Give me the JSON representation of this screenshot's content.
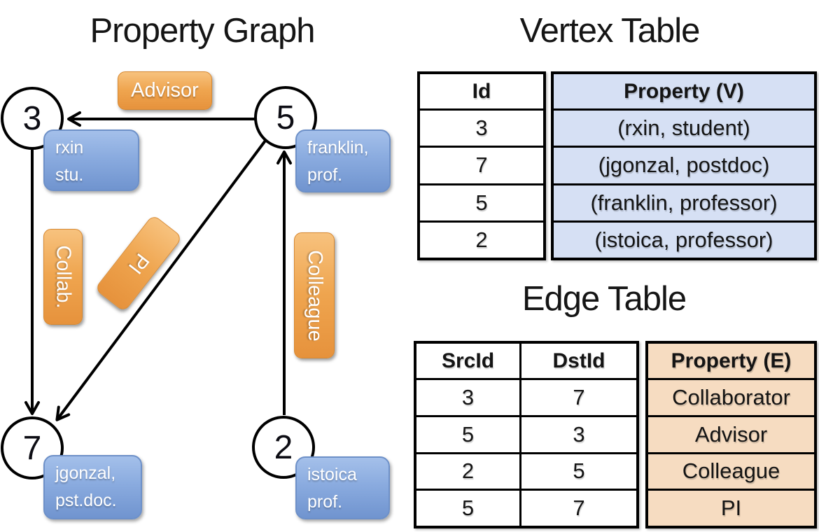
{
  "left_panel": {
    "title": "Property Graph",
    "nodes": [
      {
        "id": "3",
        "card_line1": "rxin",
        "card_line2": "stu."
      },
      {
        "id": "5",
        "card_line1": "franklin,",
        "card_line2": "prof."
      },
      {
        "id": "7",
        "card_line1": "jgonzal,",
        "card_line2": "pst.doc."
      },
      {
        "id": "2",
        "card_line1": "istoica",
        "card_line2": "prof."
      }
    ],
    "edge_labels": {
      "advisor": "Advisor",
      "collab": "Collab.",
      "pi": "PI",
      "colleague": "Colleague"
    }
  },
  "vertex_table": {
    "title": "Vertex Table",
    "columns": {
      "id": "Id",
      "property": "Property (V)"
    },
    "rows": [
      {
        "id": "3",
        "property": "(rxin, student)"
      },
      {
        "id": "7",
        "property": "(jgonzal, postdoc)"
      },
      {
        "id": "5",
        "property": "(franklin, professor)"
      },
      {
        "id": "2",
        "property": "(istoica, professor)"
      }
    ]
  },
  "edge_table": {
    "title": "Edge Table",
    "columns": {
      "src": "SrcId",
      "dst": "DstId",
      "property": "Property (E)"
    },
    "rows": [
      {
        "src": "3",
        "dst": "7",
        "property": "Collaborator"
      },
      {
        "src": "5",
        "dst": "3",
        "property": "Advisor"
      },
      {
        "src": "2",
        "dst": "5",
        "property": "Colleague"
      },
      {
        "src": "5",
        "dst": "7",
        "property": "PI"
      }
    ]
  },
  "colors": {
    "edge_label_orange_top": "#f7c27e",
    "edge_label_orange_bottom": "#e6923c",
    "vertex_card_blue_top": "#a4c0ea",
    "vertex_card_blue_bottom": "#7094cf",
    "vertex_table_property_bg": "#d6e0f4",
    "edge_table_property_bg": "#f6dcc1",
    "line_color": "#000000",
    "label_text": "#ffffff",
    "table_text": "#141414"
  }
}
